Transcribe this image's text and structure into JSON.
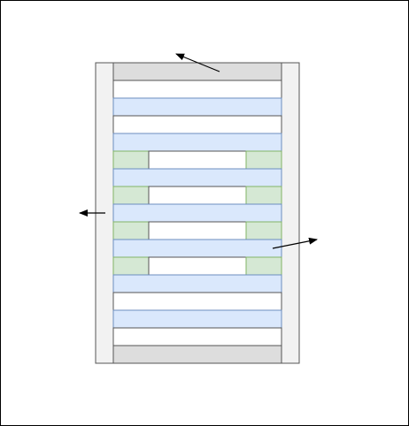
{
  "diagram": {
    "colors": {
      "outline": "#555555",
      "side_rail": "#f2f2f2",
      "cap_band": "#dddddd",
      "white_band": "#ffffff",
      "blue_band": "#dae8fc",
      "blue_stroke": "#6c8ebf",
      "green_tab": "#d5e8d4",
      "green_stroke": "#82b366",
      "arrow": "#000000"
    },
    "bands": [
      {
        "kind": "cap"
      },
      {
        "kind": "white"
      },
      {
        "kind": "blue"
      },
      {
        "kind": "white"
      },
      {
        "kind": "blue"
      },
      {
        "kind": "split"
      },
      {
        "kind": "blue"
      },
      {
        "kind": "split"
      },
      {
        "kind": "blue"
      },
      {
        "kind": "split"
      },
      {
        "kind": "blue"
      },
      {
        "kind": "split"
      },
      {
        "kind": "blue"
      },
      {
        "kind": "white"
      },
      {
        "kind": "blue"
      },
      {
        "kind": "white"
      },
      {
        "kind": "cap"
      }
    ],
    "arrows": [
      {
        "name": "arrow-top"
      },
      {
        "name": "arrow-left"
      },
      {
        "name": "arrow-right"
      }
    ]
  }
}
